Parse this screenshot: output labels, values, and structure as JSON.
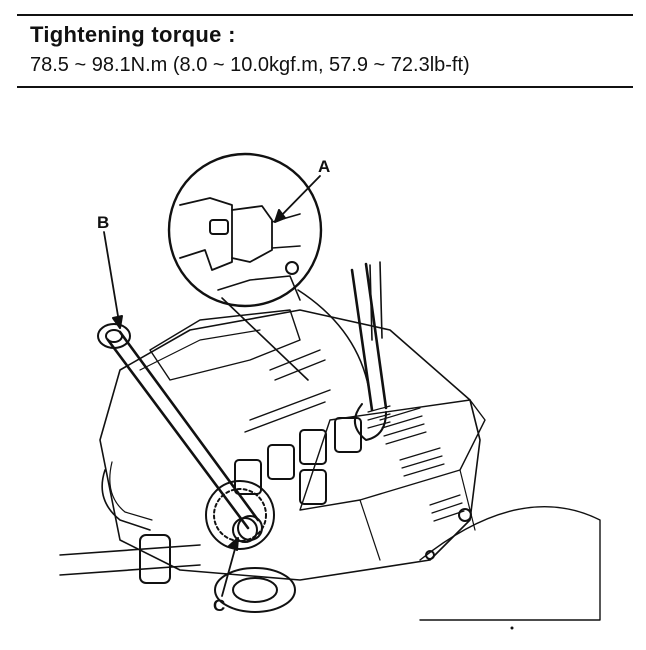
{
  "spec": {
    "title": "Tightening torque :",
    "value": "78.5 ~ 98.1N.m (8.0 ~ 10.0kgf.m, 57.9 ~ 72.3lb-ft)"
  },
  "figure": {
    "callouts": {
      "a": "A",
      "b": "B",
      "c": "C"
    }
  }
}
